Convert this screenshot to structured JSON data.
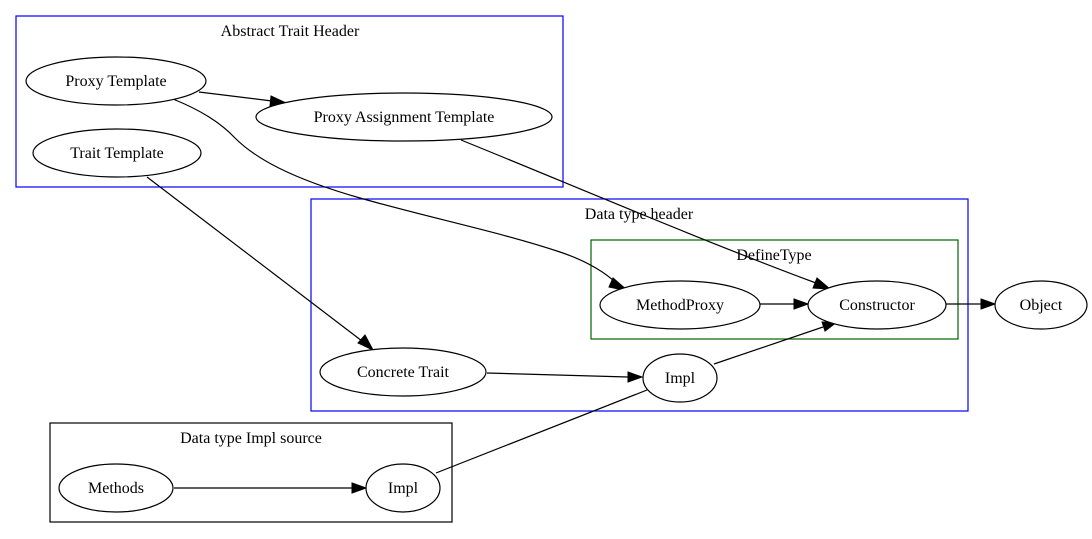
{
  "clusters": {
    "abstract_trait_header": {
      "label": "Abstract Trait Header",
      "color": "#0000ff"
    },
    "data_type_header": {
      "label": "Data type header",
      "color": "#0000ff"
    },
    "define_type": {
      "label": "DefineType",
      "color": "#006400"
    },
    "impl_source": {
      "label": "Data type Impl source",
      "color": "#000000"
    }
  },
  "nodes": {
    "proxy_template": "Proxy Template",
    "proxy_assignment_template": "Proxy Assignment Template",
    "trait_template": "Trait Template",
    "method_proxy": "MethodProxy",
    "constructor": "Constructor",
    "object": "Object",
    "concrete_trait": "Concrete Trait",
    "impl_header": "Impl",
    "methods": "Methods",
    "impl_source": "Impl"
  },
  "edges": [
    {
      "from": "Proxy Template",
      "to": "Proxy Assignment Template"
    },
    {
      "from": "Proxy Template",
      "to": "MethodProxy"
    },
    {
      "from": "Proxy Assignment Template",
      "to": "Constructor"
    },
    {
      "from": "Trait Template",
      "to": "Concrete Trait"
    },
    {
      "from": "MethodProxy",
      "to": "Constructor"
    },
    {
      "from": "Constructor",
      "to": "Object"
    },
    {
      "from": "Concrete Trait",
      "to": "Impl"
    },
    {
      "from": "Impl",
      "to": "Constructor"
    },
    {
      "from": "Methods",
      "to": "Impl"
    },
    {
      "from": "Impl",
      "to": "Impl"
    }
  ]
}
